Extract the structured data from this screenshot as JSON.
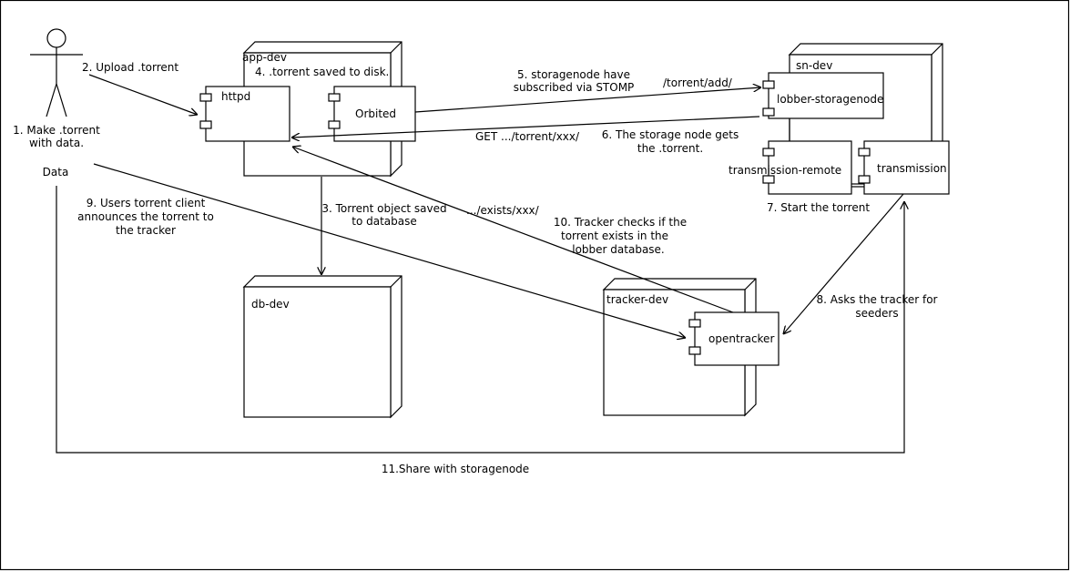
{
  "actor": {
    "caption_1": "1. Make .torrent",
    "caption_2": "with data.",
    "data_label": "Data"
  },
  "nodes": {
    "app_dev": "app-dev",
    "sn_dev": "sn-dev",
    "db_dev": "db-dev",
    "tracker_dev": "tracker-dev"
  },
  "components": {
    "httpd": "httpd",
    "orbited": "Orbited",
    "lobber_storagenode": "lobber-storagenode",
    "transmission_remote": "transmission-remote",
    "transmission": "transmission",
    "opentracker": "opentracker"
  },
  "labels": {
    "upload": "2. Upload .torrent",
    "saved_disk": "4. .torrent saved to disk.",
    "subscribed_1": "5. storagenode have",
    "subscribed_2": "subscribed via STOMP",
    "torrent_add": "/torrent/add/",
    "get_torrent": "GET .../torrent/xxx/",
    "sn_gets_1": "6. The storage node gets",
    "sn_gets_2": "the .torrent.",
    "db_saved_1": "3. Torrent object saved",
    "db_saved_2": "to database",
    "exists": ".../exists/xxx/",
    "announce_1": "9. Users torrent client",
    "announce_2": "announces the torrent to",
    "announce_3": "the tracker",
    "tracker_checks_1": "10. Tracker checks if the",
    "tracker_checks_2": "torrent exists in the",
    "tracker_checks_3": "lobber database.",
    "start_torrent": "7. Start the torrent",
    "asks_tracker_1": "8. Asks the tracker for",
    "asks_tracker_2": "seeders",
    "share": "11.Share with storagenode"
  }
}
